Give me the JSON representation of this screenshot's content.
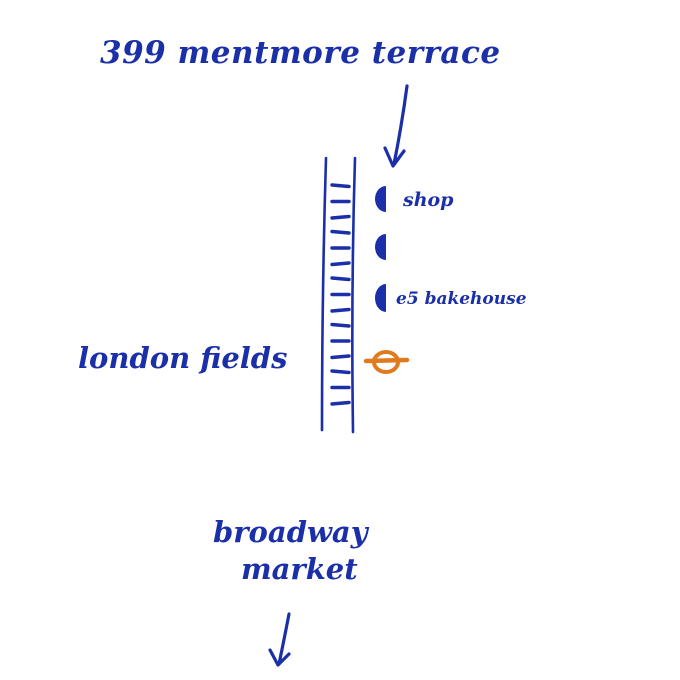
{
  "colors": {
    "ink": "#1a2fa8",
    "station": "#e07a1f",
    "background": "#ffffff"
  },
  "map": {
    "destination_label": "399 mentmore terrace",
    "shops": [
      {
        "label": "shop",
        "icon": "shop-marker-icon"
      },
      {
        "label": "",
        "icon": "shop-marker-icon"
      },
      {
        "label": "e5 bakehouse",
        "icon": "shop-marker-icon"
      }
    ],
    "railway": {
      "icon": "railway-track-icon"
    },
    "station": {
      "label": "london fields",
      "icon": "london-overground-roundel-icon"
    },
    "market": {
      "line1": "broadway",
      "line2": "market"
    }
  }
}
